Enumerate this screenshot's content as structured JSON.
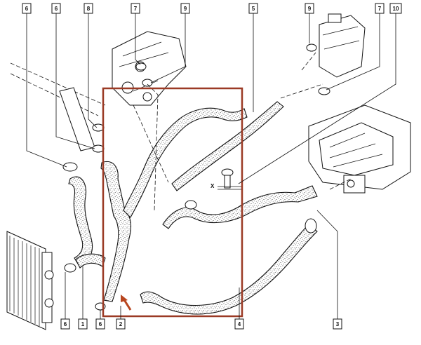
{
  "callouts": {
    "top": [
      "6",
      "6",
      "8",
      "7",
      "9",
      "5",
      "9",
      "7",
      "10"
    ],
    "bottom": [
      "6",
      "1",
      "6",
      "2",
      "4",
      "3"
    ]
  },
  "detail_label": "X",
  "colors": {
    "highlight_box": "#9b3a25",
    "arrow": "#b8461f",
    "line": "#111111"
  }
}
